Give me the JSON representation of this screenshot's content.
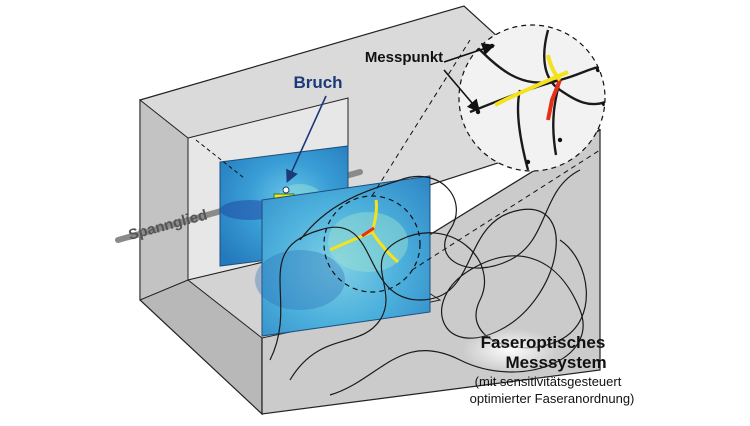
{
  "labels": {
    "bruch": "Bruch",
    "spannglied": "Spannglied",
    "messpunkt": "Messpunkt",
    "system_line1": "Faseroptisches",
    "system_line2": "Messsystem",
    "system_line3": "(mit sensitivitätsgesteuert",
    "system_line4": "optimierter Faseranordnung)"
  },
  "colors": {
    "block_front": "#b9b9b9",
    "block_top": "#d9d9d9",
    "block_right": "#cbcbcb",
    "cutout_back": "#e6e6e6",
    "panel_blue": "#3fa0d8",
    "bruch_label": "#1d3a78",
    "fiber": "#1a1a1a",
    "hotspot_red": "#e53017",
    "hotspot_yellow": "#f4e21c"
  }
}
